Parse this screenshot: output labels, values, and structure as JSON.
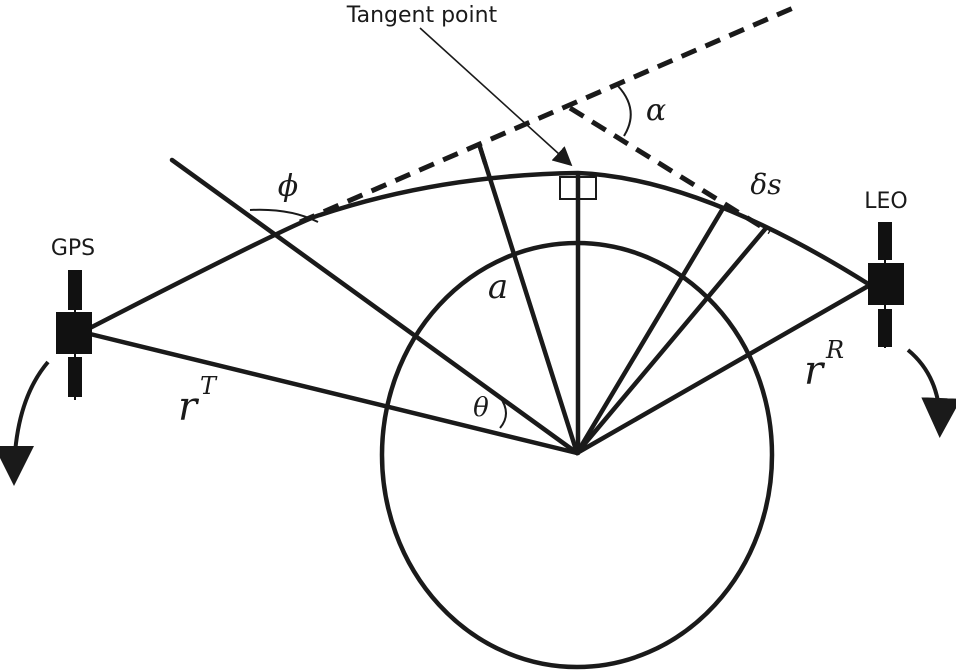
{
  "labels": {
    "tangent_point": "Tangent point",
    "gps": "GPS",
    "leo": "LEO",
    "phi": "ϕ",
    "alpha": "α",
    "delta_s": "δs",
    "a": "a",
    "theta": "θ",
    "r_t_base": "r",
    "r_t_sup": "T",
    "r_r_base": "r",
    "r_r_sup": "R"
  },
  "colors": {
    "line": "#1a1a1a",
    "background": "#ffffff"
  }
}
